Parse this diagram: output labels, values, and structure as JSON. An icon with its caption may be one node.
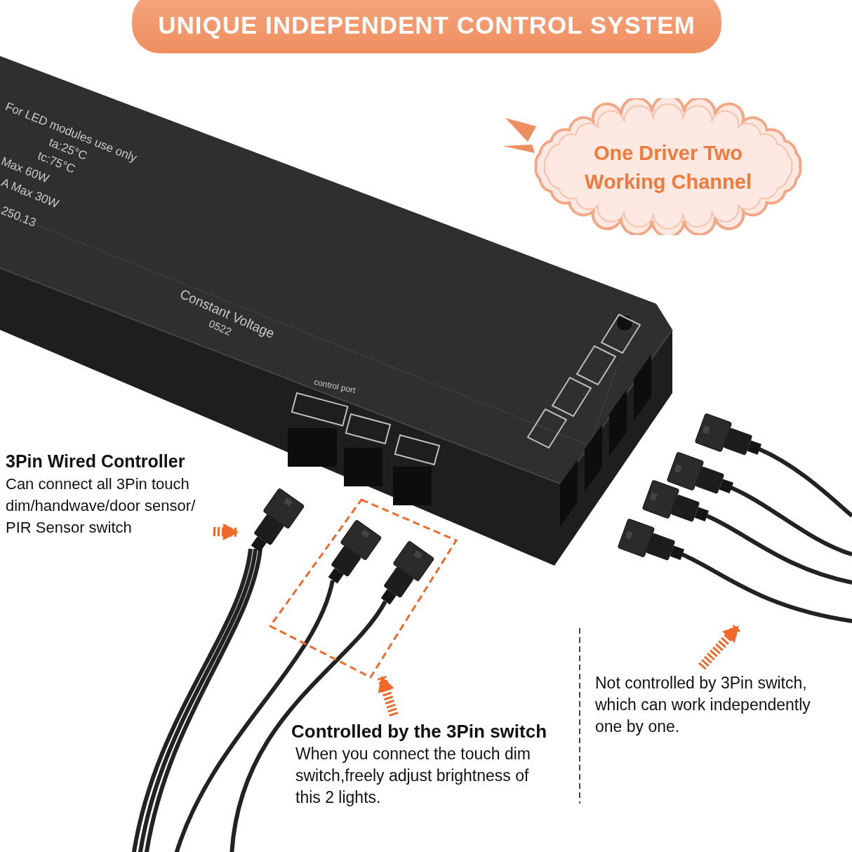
{
  "diagram": {
    "nodes": [
      {
        "text": [
          "UNIQUE INDEPENDENT CONTROL SYSTEM"
        ]
      },
      {
        "text": [
          "One Driver Two Working Channel"
        ]
      },
      {
        "text": [],
        "shape": "picture"
      },
      {
        "text": [
          "3Pin Wired Controller",
          "Can connect all 3Pin touch dim/handwave/door sensor/ PIR Sensor switch"
        ]
      },
      {
        "text": [],
        "shape": "picture"
      },
      {
        "text": [],
        "shape": "box"
      },
      {
        "text": [],
        "shape": "picture",
        "in": 5
      },
      {
        "text": [],
        "shape": "picture",
        "in": 5
      },
      {
        "text": [],
        "shape": "picture"
      },
      {
        "text": [
          "Controlled by the 3Pin switch",
          "When you connect the touch dim switch,freely adjust brightness of this 2 lights."
        ]
      },
      {
        "text": [
          "Not controlled by 3Pin switch, which can work independently one by one."
        ]
      }
    ],
    "edges": [
      {
        "from": 3,
        "to": 4,
        "arrow": "to",
        "style": "dashed"
      },
      {
        "from": 9,
        "to": 5,
        "arrow": "to",
        "style": "dashed"
      },
      {
        "from": 10,
        "to": 8,
        "arrow": "to",
        "style": "dashed"
      }
    ],
    "labels": [
      "For LED modules use only",
      "ta:25°C",
      "tc:75°C",
      "Max 60W",
      "A Max 30W",
      "250.13",
      "Constant Voltage",
      "0522",
      "control port"
    ]
  }
}
